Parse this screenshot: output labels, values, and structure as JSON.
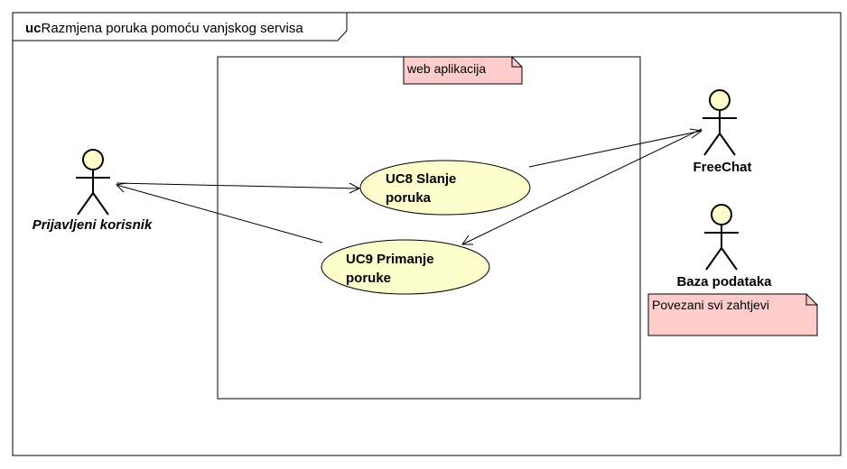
{
  "frame": {
    "keyword": "uc",
    "title": "Razmjena poruka pomoću vanjskog servisa"
  },
  "boundary": {
    "note": "web aplikacija"
  },
  "use_cases": [
    {
      "id": "uc8",
      "line1": "UC8 Slanje",
      "line2": "poruka"
    },
    {
      "id": "uc9",
      "line1": "UC9 Primanje",
      "line2": "poruke"
    }
  ],
  "actors": [
    {
      "id": "prijavljeni",
      "label": "Prijavljeni korisnik",
      "italic": true
    },
    {
      "id": "freechat",
      "label": "FreeChat",
      "italic": false
    },
    {
      "id": "baza",
      "label": "Baza podataka",
      "italic": false
    }
  ],
  "notes": [
    {
      "id": "povezani",
      "text": "Povezani svi zahtjevi"
    }
  ],
  "colors": {
    "actor_fill": "#fefecd",
    "usecase_fill": "#fefecd",
    "note_fill": "#ffcccc",
    "line": "#000000"
  }
}
